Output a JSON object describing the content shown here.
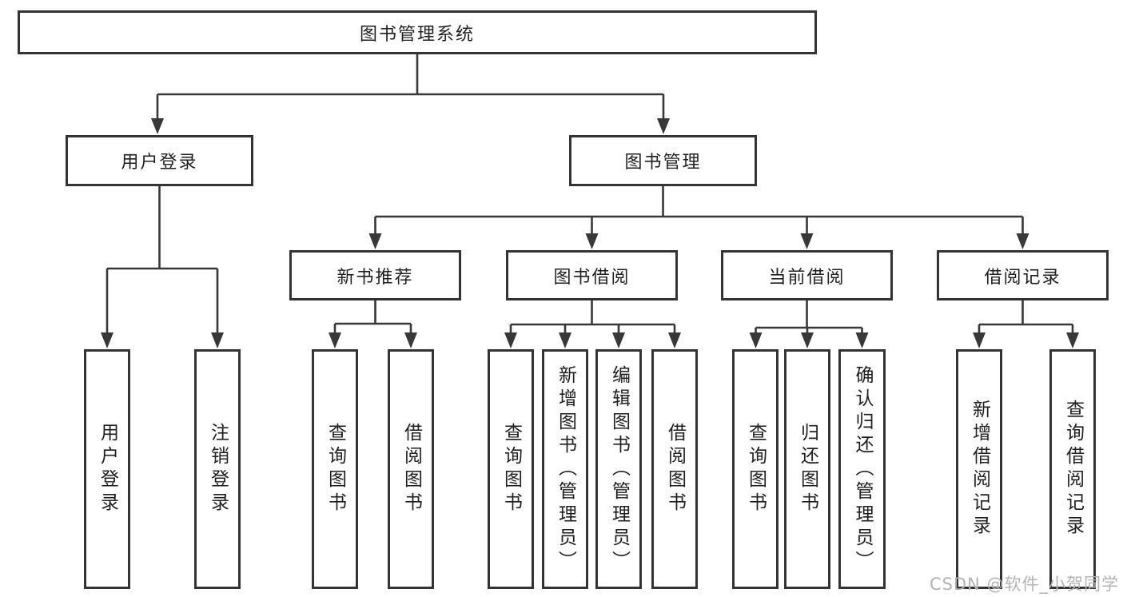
{
  "tree": {
    "root": {
      "label": "图书管理系统",
      "children": [
        {
          "label": "用户登录",
          "children": [
            {
              "label": "用户登录"
            },
            {
              "label": "注销登录"
            }
          ]
        },
        {
          "label": "图书管理",
          "children": [
            {
              "label": "新书推荐",
              "children": [
                {
                  "label": "查询图书"
                },
                {
                  "label": "借阅图书"
                }
              ]
            },
            {
              "label": "图书借阅",
              "children": [
                {
                  "label": "查询图书"
                },
                {
                  "label": "新增图书（管理员）"
                },
                {
                  "label": "编辑图书（管理员）"
                },
                {
                  "label": "借阅图书"
                }
              ]
            },
            {
              "label": "当前借阅",
              "children": [
                {
                  "label": "查询图书"
                },
                {
                  "label": "归还图书"
                },
                {
                  "label": "确认归还（管理员）"
                }
              ]
            },
            {
              "label": "借阅记录",
              "children": [
                {
                  "label": "新增借阅记录"
                },
                {
                  "label": "查询借阅记录"
                }
              ]
            }
          ]
        }
      ]
    }
  },
  "watermark": {
    "text": "CSDN @软件_小贺同学"
  },
  "colors": {
    "line": "#383838",
    "box_border": "#333333",
    "text": "#1f1f1f",
    "watermark": "#b3b3b3",
    "background": "#ffffff"
  }
}
